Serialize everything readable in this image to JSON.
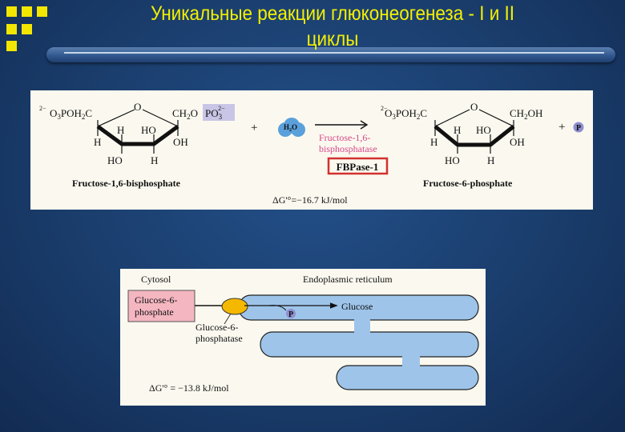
{
  "slide": {
    "title_line1": "Уникальные реакции глюконеогенеза - I и II",
    "title_line2": "циклы",
    "colors": {
      "background": "#1a3d6c",
      "title": "#f4f000",
      "bullet_squares": "#f3e600",
      "enzyme_label": "#d8478a",
      "highlight_box": "#d2302f",
      "er_fill": "#9ec4ea",
      "enzyme_ellipse": "#f5b800",
      "substrate_box": "#f4b6c0"
    }
  },
  "reaction1": {
    "substrate": {
      "charge": "2−",
      "left_group": [
        "O",
        "3",
        "POH",
        "2",
        "C"
      ],
      "ring_o": "O",
      "right_group": [
        "CH",
        "2",
        "O"
      ],
      "phosphate": [
        "PO",
        "3",
        "2−"
      ],
      "ring_labels": {
        "h_top_left": "H",
        "ho_top_right": "HO",
        "h_left": "H",
        "oh_right": "OH",
        "ho_bottom": "HO",
        "h_bottom": "H"
      },
      "name": "Fructose-1,6-bisphosphate"
    },
    "plus1": "+",
    "water": [
      "H",
      "2",
      "O"
    ],
    "enzyme_line1": "Fructose-1,6-",
    "enzyme_line2": "bisphosphatase",
    "enzyme_abbrev": "FBPase-1",
    "product": {
      "charge": "2−",
      "left_group": [
        "O",
        "3",
        "POH",
        "2",
        "C"
      ],
      "ring_o": "O",
      "right_group": [
        "CH",
        "2",
        "OH"
      ],
      "ring_labels": {
        "h_top_left": "H",
        "ho_top_right": "HO",
        "h_left": "H",
        "oh_right": "OH",
        "ho_bottom": "HO",
        "h_bottom": "H"
      },
      "name": "Fructose-6-phosphate"
    },
    "plus2": "+",
    "phosphate_symbol": "P",
    "delta_g": "ΔG'°=−16.7 kJ/mol"
  },
  "reaction2": {
    "cytosol_label": "Cytosol",
    "er_label": "Endoplasmic reticulum",
    "substrate_line1": "Glucose-6-",
    "substrate_line2": "phosphate",
    "enzyme_line1": "Glucose-6-",
    "enzyme_line2": "phosphatase",
    "phosphate_symbol": "P",
    "product": "Glucose",
    "delta_g": "ΔG'° = −13.8 kJ/mol"
  }
}
